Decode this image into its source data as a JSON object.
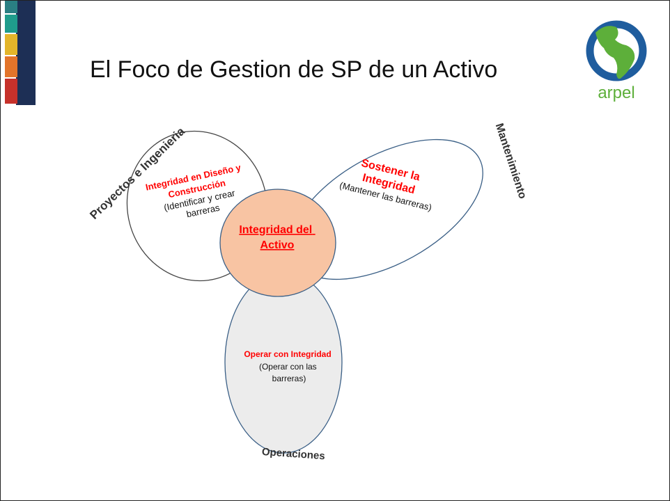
{
  "slide": {
    "title": "El Foco de Gestion de SP de un Activo",
    "logo_text": "arpel",
    "side_stripe_colors": [
      "#2a7f83",
      "#1f9c8c",
      "#e3b52a",
      "#e3742a",
      "#c6312b"
    ]
  },
  "diagram": {
    "center": {
      "lines": [
        "Integridad del",
        "Activo"
      ]
    },
    "left_petal": {
      "outer_label": "Proyectos e Ingenieria",
      "red_lines": [
        "Integridad en Diseño y",
        "Construcción"
      ],
      "black_lines": [
        "(Identificar y crear",
        "barreras"
      ]
    },
    "right_petal": {
      "outer_label": "Mantenimiento",
      "red_lines": [
        "Sostener la",
        "Integridad"
      ],
      "black_lines": [
        "(Mantener las barreras)"
      ]
    },
    "bottom_petal": {
      "outer_label": "Operaciones",
      "red_lines": [
        "Operar con Integridad"
      ],
      "black_lines": [
        "(Operar con las",
        "barreras)"
      ]
    }
  },
  "colors": {
    "center_fill": "#f8c4a3",
    "center_stroke": "#3a5f86",
    "bottom_fill": "#ececec",
    "petal_stroke": "#3a5f86",
    "left_stroke": "#444444",
    "accent_red": "#ff0000",
    "logo_blue": "#1f5d9e",
    "logo_green": "#5daf3a"
  }
}
